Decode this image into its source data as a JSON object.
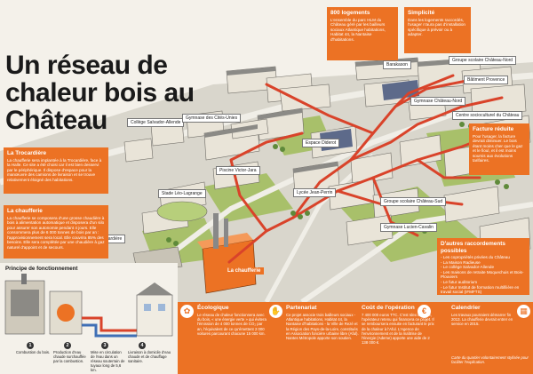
{
  "title": "Un réseau de chaleur bois au Château",
  "boxes": {
    "logements": {
      "title": "800 logements",
      "text": "L'ensemble du parc HLM du Château géré par les bailleurs sociaux Atlantique habitations, Habitat 44, la Nantaise d'habitations."
    },
    "simplicite": {
      "title": "Simplicité",
      "text": "Dans les logements raccordés, l'usager n'aura pas d'installation spécifique à prévoir ou à adapter."
    },
    "trocardiere": {
      "title": "La Trocardière",
      "text": "La chaufferie sera implantée à la Trocardière, face à la Halle. Ce site a été choisi car il est bien desservi par le périphérique. Il dispose d'espace pour la manœuvre des camions de livraison et se trouve relativement éloigné des habitations."
    },
    "chaufferie": {
      "title": "La chaufferie",
      "text": "La chaufferie se composera d'une grosse chaudière à bois à alimentation automatique et disposera d'un silo pour assurer son autonomie pendant 4 jours. Elle consommera plus de 6 000 tonnes de bois par an : l'approvisionnement sera local. Elle couvrira 85% des besoins. Elle sera complétée par une chaudière à gaz naturel d'appoint et de secours."
    },
    "facture": {
      "title": "Facture réduite",
      "text": "Pour l'usager, la facture devrait diminuer. Le bois étant moins cher que le gaz et le fioul, et il est moins soumis aux évolutions tarifaires."
    },
    "raccordements": {
      "title": "D'autres raccordements possibles",
      "items": [
        "- Les copropriétés privées du Château",
        "- La Maison Radieuse",
        "- Le collège Salvador-Allende",
        "- Les maisons de retraite Moquechuis et Bois-Plouviers",
        "- Le futur auditorium",
        "- Le futur Institut de formation multifilière en travail social (IFMFTS)"
      ]
    }
  },
  "map_labels": {
    "barakason": "Barakason",
    "groupe_nord": "Groupe scolaire Château-Nord",
    "batiment_provence": "Bâtiment Provence",
    "gymnase_nord": "Gymnase Château-Nord",
    "centre_socio": "Centre socioculturel du Château",
    "college": "Collège Salvador-Allende",
    "gymnase_cites": "Gymnase des Cités-Unies",
    "espace_diderot": "Espace Diderot",
    "piscine": "Piscine Victor-Jara",
    "stade": "Stade Léo-Lagrange",
    "lycee": "Lycée Jean-Perrin",
    "groupe_sud": "Groupe scolaire Château-Sud",
    "gymnase_cavalin": "Gymnase Lucien-Cavalin",
    "halle": "Halle de la Trocardière",
    "chaufferie": "La chaufferie"
  },
  "principle": {
    "title": "Principe de fonctionnement",
    "steps": [
      {
        "n": "1",
        "text": "Combustion du bois."
      },
      {
        "n": "2",
        "text": "Production d'eau chaude surchauffée par la combustion."
      },
      {
        "n": "3",
        "text": "Mise en circulation de l'eau dans un réseau souterrain de tuyaux long de 5,6 km."
      },
      {
        "n": "4",
        "text": "Livraison à domicile d'eau chaude et de chauffage sanitaire."
      }
    ]
  },
  "bottom": {
    "ecologique": {
      "title": "Écologique",
      "text": "Le réseau de chaleur fonctionnera avec du bois, « une énergie verte » qui évitera l'émission de 4 000 tonnes de CO₂ par an, l'équivalent de ce qu'émettent 2 000 voitures parcourant chacune 15 000 km."
    },
    "partenariat": {
      "title": "Partenariat",
      "text": "Ce projet associe trois bailleurs sociaux - Atlantique habitations, Habitat 44, la Nantaise d'habitations - la Ville de Rezé et la Région des Pays-de-la-Loire, constitués en Association foncière urbaine libre (Aful). Nantes Métropole apporte son soutien."
    },
    "cout": {
      "title": "Coût de l'opération",
      "text": "7 400 000 euros TTC. C'est Idex Énergie, l'opérateur retenu qui financera ce projet. Il se remboursera ensuite en facturant le prix de la chaleur à l'Aful. L'Agence de l'environnement et de la maîtrise de l'énergie (Ademe) apporte une aide de 2 138 000 €."
    },
    "calendrier": {
      "title": "Calendrier",
      "text": "Les travaux pourraient démarrer fin 2013. La chaufferie devrait entrer en service en 2015."
    },
    "note": "Carte du quartier volontairement stylisée pour faciliter l'explication."
  },
  "colors": {
    "accent": "#ec7224",
    "pipe": "#d9432a",
    "building": "#e9e4d8",
    "roof": "#8b8a86",
    "grass": "#a8c06a"
  }
}
